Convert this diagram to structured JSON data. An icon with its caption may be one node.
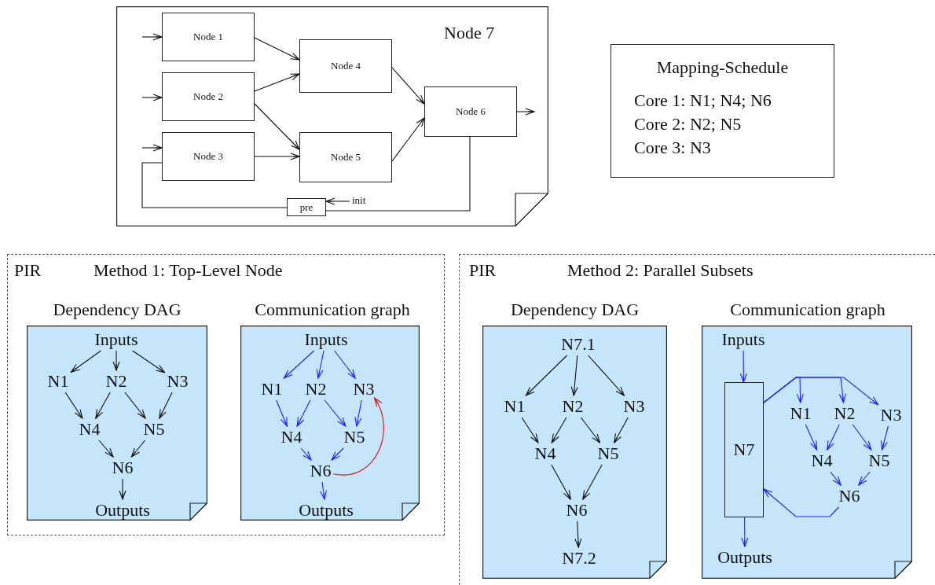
{
  "diagram": {
    "nodes": [
      {
        "text": [
          "Node 7"
        ]
      },
      {
        "text": [
          "Node 1"
        ],
        "in": 0
      },
      {
        "text": [
          "Node 2"
        ],
        "in": 0
      },
      {
        "text": [
          "Node 3"
        ],
        "in": 0
      },
      {
        "text": [
          "Node 4"
        ],
        "in": 0
      },
      {
        "text": [
          "Node 5"
        ],
        "in": 0
      },
      {
        "text": [
          "Node 6"
        ],
        "in": 0
      },
      {
        "text": [
          "pre"
        ],
        "in": 0
      },
      {
        "text": [
          "Mapping-Schedule",
          "Core 1: N1; N4; N6",
          "Core 2: N2; N5",
          "Core 3: N3"
        ]
      },
      {
        "text": [
          "PIR",
          "Method 1: Top-Level Node"
        ]
      },
      {
        "text": [
          "Dependency DAG"
        ],
        "in": 9
      },
      {
        "text": [
          "Inputs"
        ],
        "in": 10
      },
      {
        "text": [
          "N1"
        ],
        "in": 10
      },
      {
        "text": [
          "N2"
        ],
        "in": 10
      },
      {
        "text": [
          "N3"
        ],
        "in": 10
      },
      {
        "text": [
          "N4"
        ],
        "in": 10
      },
      {
        "text": [
          "N5"
        ],
        "in": 10
      },
      {
        "text": [
          "N6"
        ],
        "in": 10
      },
      {
        "text": [
          "Outputs"
        ],
        "in": 10
      },
      {
        "text": [
          "Communication graph"
        ],
        "in": 9
      },
      {
        "text": [
          "Inputs"
        ],
        "in": 19
      },
      {
        "text": [
          "N1"
        ],
        "in": 19
      },
      {
        "text": [
          "N2"
        ],
        "in": 19
      },
      {
        "text": [
          "N3"
        ],
        "in": 19
      },
      {
        "text": [
          "N4"
        ],
        "in": 19
      },
      {
        "text": [
          "N5"
        ],
        "in": 19
      },
      {
        "text": [
          "N6"
        ],
        "in": 19
      },
      {
        "text": [
          "Outputs"
        ],
        "in": 19
      },
      {
        "text": [
          "PIR",
          "Method 2: Parallel Subsets"
        ]
      },
      {
        "text": [
          "Dependency DAG"
        ],
        "in": 28
      },
      {
        "text": [
          "N7.1"
        ],
        "in": 29
      },
      {
        "text": [
          "N1"
        ],
        "in": 29
      },
      {
        "text": [
          "N2"
        ],
        "in": 29
      },
      {
        "text": [
          "N3"
        ],
        "in": 29
      },
      {
        "text": [
          "N4"
        ],
        "in": 29
      },
      {
        "text": [
          "N5"
        ],
        "in": 29
      },
      {
        "text": [
          "N6"
        ],
        "in": 29
      },
      {
        "text": [
          "N7.2"
        ],
        "in": 29
      },
      {
        "text": [
          "Communication graph"
        ],
        "in": 28
      },
      {
        "text": [
          "Inputs"
        ],
        "in": 38
      },
      {
        "text": [
          "N7"
        ],
        "in": 38
      },
      {
        "text": [
          "N1"
        ],
        "in": 38
      },
      {
        "text": [
          "N2"
        ],
        "in": 38
      },
      {
        "text": [
          "N3"
        ],
        "in": 38
      },
      {
        "text": [
          "N4"
        ],
        "in": 38
      },
      {
        "text": [
          "N5"
        ],
        "in": 38
      },
      {
        "text": [
          "N6"
        ],
        "in": 38
      },
      {
        "text": [
          "Outputs"
        ],
        "in": 38
      }
    ],
    "edges": [
      {
        "from": null,
        "to": 1,
        "arrow": "to"
      },
      {
        "from": null,
        "to": 2,
        "arrow": "to"
      },
      {
        "from": null,
        "to": 3,
        "arrow": "to"
      },
      {
        "from": 1,
        "to": 4,
        "arrow": "to"
      },
      {
        "from": 2,
        "to": 4,
        "arrow": "to"
      },
      {
        "from": 2,
        "to": 5,
        "arrow": "to"
      },
      {
        "from": 3,
        "to": 5,
        "arrow": "to"
      },
      {
        "from": 4,
        "to": 6,
        "arrow": "to"
      },
      {
        "from": 5,
        "to": 6,
        "arrow": "to"
      },
      {
        "from": 6,
        "to": null,
        "arrow": "to"
      },
      {
        "from": 6,
        "to": 7,
        "arrow": "none"
      },
      {
        "from": 7,
        "to": 3,
        "arrow": "none"
      },
      {
        "from": null,
        "to": 7,
        "arrow": "to",
        "label": "init"
      },
      {
        "from": 11,
        "to": 12,
        "arrow": "to"
      },
      {
        "from": 11,
        "to": 13,
        "arrow": "to"
      },
      {
        "from": 11,
        "to": 14,
        "arrow": "to"
      },
      {
        "from": 12,
        "to": 15,
        "arrow": "to"
      },
      {
        "from": 13,
        "to": 15,
        "arrow": "to"
      },
      {
        "from": 13,
        "to": 16,
        "arrow": "to"
      },
      {
        "from": 14,
        "to": 16,
        "arrow": "to"
      },
      {
        "from": 15,
        "to": 17,
        "arrow": "to"
      },
      {
        "from": 16,
        "to": 17,
        "arrow": "to"
      },
      {
        "from": 17,
        "to": 18,
        "arrow": "to"
      },
      {
        "from": 20,
        "to": 21,
        "arrow": "to",
        "color": "#1f1fff"
      },
      {
        "from": 20,
        "to": 22,
        "arrow": "to",
        "color": "#1f1fff"
      },
      {
        "from": 20,
        "to": 23,
        "arrow": "to",
        "color": "#1f1fff"
      },
      {
        "from": 21,
        "to": 24,
        "arrow": "to",
        "color": "#1f1fff"
      },
      {
        "from": 22,
        "to": 24,
        "arrow": "to",
        "color": "#1f1fff"
      },
      {
        "from": 22,
        "to": 25,
        "arrow": "to",
        "color": "#1f1fff"
      },
      {
        "from": 23,
        "to": 25,
        "arrow": "to",
        "color": "#1f1fff"
      },
      {
        "from": 24,
        "to": 26,
        "arrow": "to",
        "color": "#1f1fff"
      },
      {
        "from": 25,
        "to": 26,
        "arrow": "to",
        "color": "#1f1fff"
      },
      {
        "from": 26,
        "to": 27,
        "arrow": "to",
        "color": "#1f1fff"
      },
      {
        "from": 26,
        "to": 23,
        "arrow": "to",
        "color": "#dd1111"
      },
      {
        "from": 30,
        "to": 31,
        "arrow": "to"
      },
      {
        "from": 30,
        "to": 32,
        "arrow": "to"
      },
      {
        "from": 30,
        "to": 33,
        "arrow": "to"
      },
      {
        "from": 31,
        "to": 34,
        "arrow": "to"
      },
      {
        "from": 32,
        "to": 34,
        "arrow": "to"
      },
      {
        "from": 32,
        "to": 35,
        "arrow": "to"
      },
      {
        "from": 33,
        "to": 35,
        "arrow": "to"
      },
      {
        "from": 34,
        "to": 36,
        "arrow": "to"
      },
      {
        "from": 35,
        "to": 36,
        "arrow": "to"
      },
      {
        "from": 36,
        "to": 37,
        "arrow": "to"
      },
      {
        "from": 39,
        "to": 40,
        "arrow": "to",
        "color": "#1f1fff"
      },
      {
        "from": 40,
        "to": 41,
        "arrow": "to",
        "color": "#1f1fff"
      },
      {
        "from": 40,
        "to": 42,
        "arrow": "to",
        "color": "#1f1fff"
      },
      {
        "from": 40,
        "to": 43,
        "arrow": "to",
        "color": "#1f1fff"
      },
      {
        "from": 41,
        "to": 44,
        "arrow": "to",
        "color": "#1f1fff"
      },
      {
        "from": 42,
        "to": 44,
        "arrow": "to",
        "color": "#1f1fff"
      },
      {
        "from": 42,
        "to": 45,
        "arrow": "to",
        "color": "#1f1fff"
      },
      {
        "from": 43,
        "to": 45,
        "arrow": "to",
        "color": "#1f1fff"
      },
      {
        "from": 44,
        "to": 46,
        "arrow": "to",
        "color": "#1f1fff"
      },
      {
        "from": 45,
        "to": 46,
        "arrow": "to",
        "color": "#1f1fff"
      },
      {
        "from": 46,
        "to": 40,
        "arrow": "to",
        "color": "#1f1fff"
      },
      {
        "from": 40,
        "to": 47,
        "arrow": "to",
        "color": "#1f1fff"
      }
    ]
  }
}
